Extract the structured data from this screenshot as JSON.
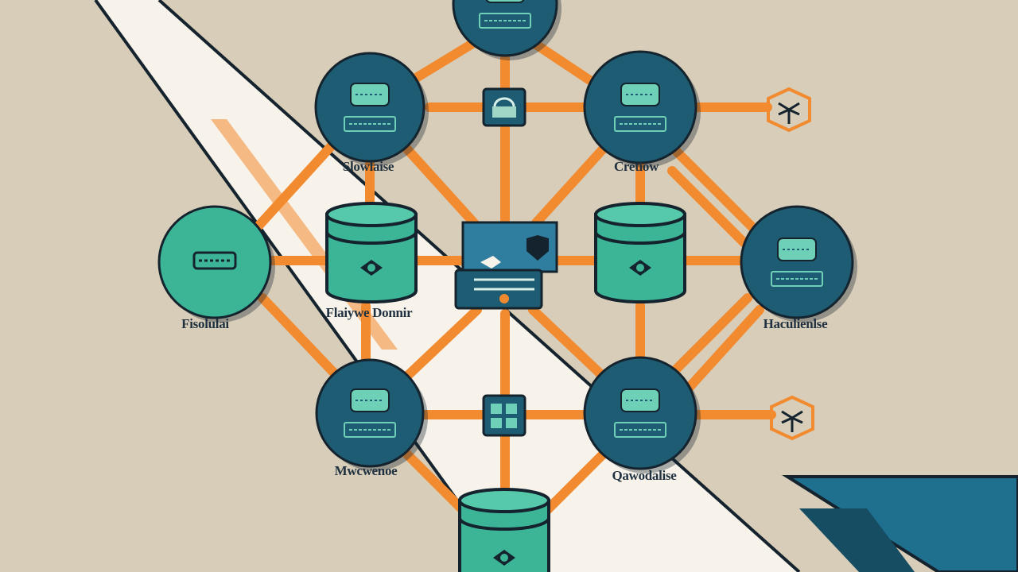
{
  "colors": {
    "background": "#d8cdb8",
    "beam": "#f8f3ea",
    "edge": "#f28a30",
    "node_dark": "#1d5c72",
    "node_teal": "#3cb596",
    "outline": "#14232d",
    "corner_shape": "#1f6f8f"
  },
  "nodes": [
    {
      "id": "top-server",
      "label": ""
    },
    {
      "id": "upper-left-server",
      "label": "Slowlaise"
    },
    {
      "id": "upper-right-server",
      "label": "Cretiow"
    },
    {
      "id": "left-server",
      "label": "Fisolulai"
    },
    {
      "id": "left-database",
      "label": "Flaiywe Donnir"
    },
    {
      "id": "right-database",
      "label": ""
    },
    {
      "id": "right-server",
      "label": "Haculienlse"
    },
    {
      "id": "lower-left-server",
      "label": "Mwcwenoe"
    },
    {
      "id": "lower-right-server",
      "label": "Qawodalise"
    },
    {
      "id": "bottom-database",
      "label": ""
    }
  ],
  "hubs": [
    {
      "id": "hub-top",
      "icon": "lock-icon"
    },
    {
      "id": "hub-center",
      "icon": "server-rack-icon"
    },
    {
      "id": "hub-bottom",
      "icon": "grid-icon"
    }
  ],
  "external_icons": [
    "hexagon-network-icon",
    "hexagon-network-icon"
  ]
}
